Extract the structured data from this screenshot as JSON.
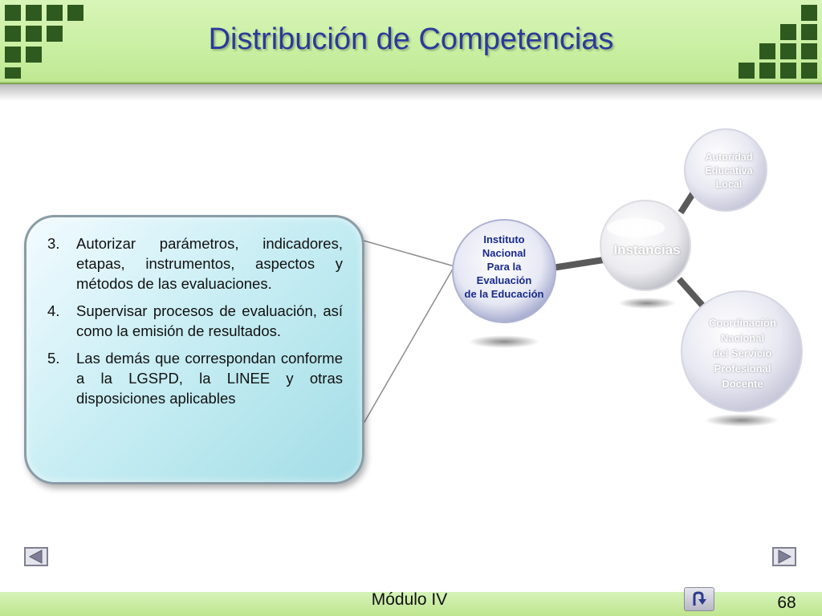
{
  "header": {
    "title": "Distribución de Competencias"
  },
  "list": {
    "items": [
      {
        "num": "3.",
        "text": "Autorizar parámetros, indicadores, etapas, instrumentos, aspectos y métodos de las evaluaciones."
      },
      {
        "num": "4.",
        "text": "Supervisar procesos de evaluación, así como la emisión de resultados."
      },
      {
        "num": "5.",
        "text": "Las demás que correspondan conforme a la LGSPD, la LINEE y otras disposiciones aplicables"
      }
    ]
  },
  "diagram": {
    "center": {
      "lines": [
        "Instituto",
        "Nacional",
        "Para la",
        "Evaluación",
        "de la Educación"
      ]
    },
    "hub": {
      "label": "Instancias"
    },
    "top": {
      "lines": [
        "Autoridad",
        "Educativa",
        "Local"
      ]
    },
    "bottom": {
      "lines": [
        "Coordinación",
        "Nacional",
        "del Servicio",
        "Profesional",
        "Docente"
      ]
    }
  },
  "footer": {
    "module": "Módulo IV",
    "page": "68"
  },
  "icons": {
    "prev": "left-triangle-icon",
    "next": "right-triangle-icon",
    "return": "u-turn-arrow-icon"
  },
  "colors": {
    "header_green": "#c9efa2",
    "square_green": "#2e5a1f",
    "title_blue": "#2a3a9a",
    "box_cyan": "#a3dde6"
  }
}
